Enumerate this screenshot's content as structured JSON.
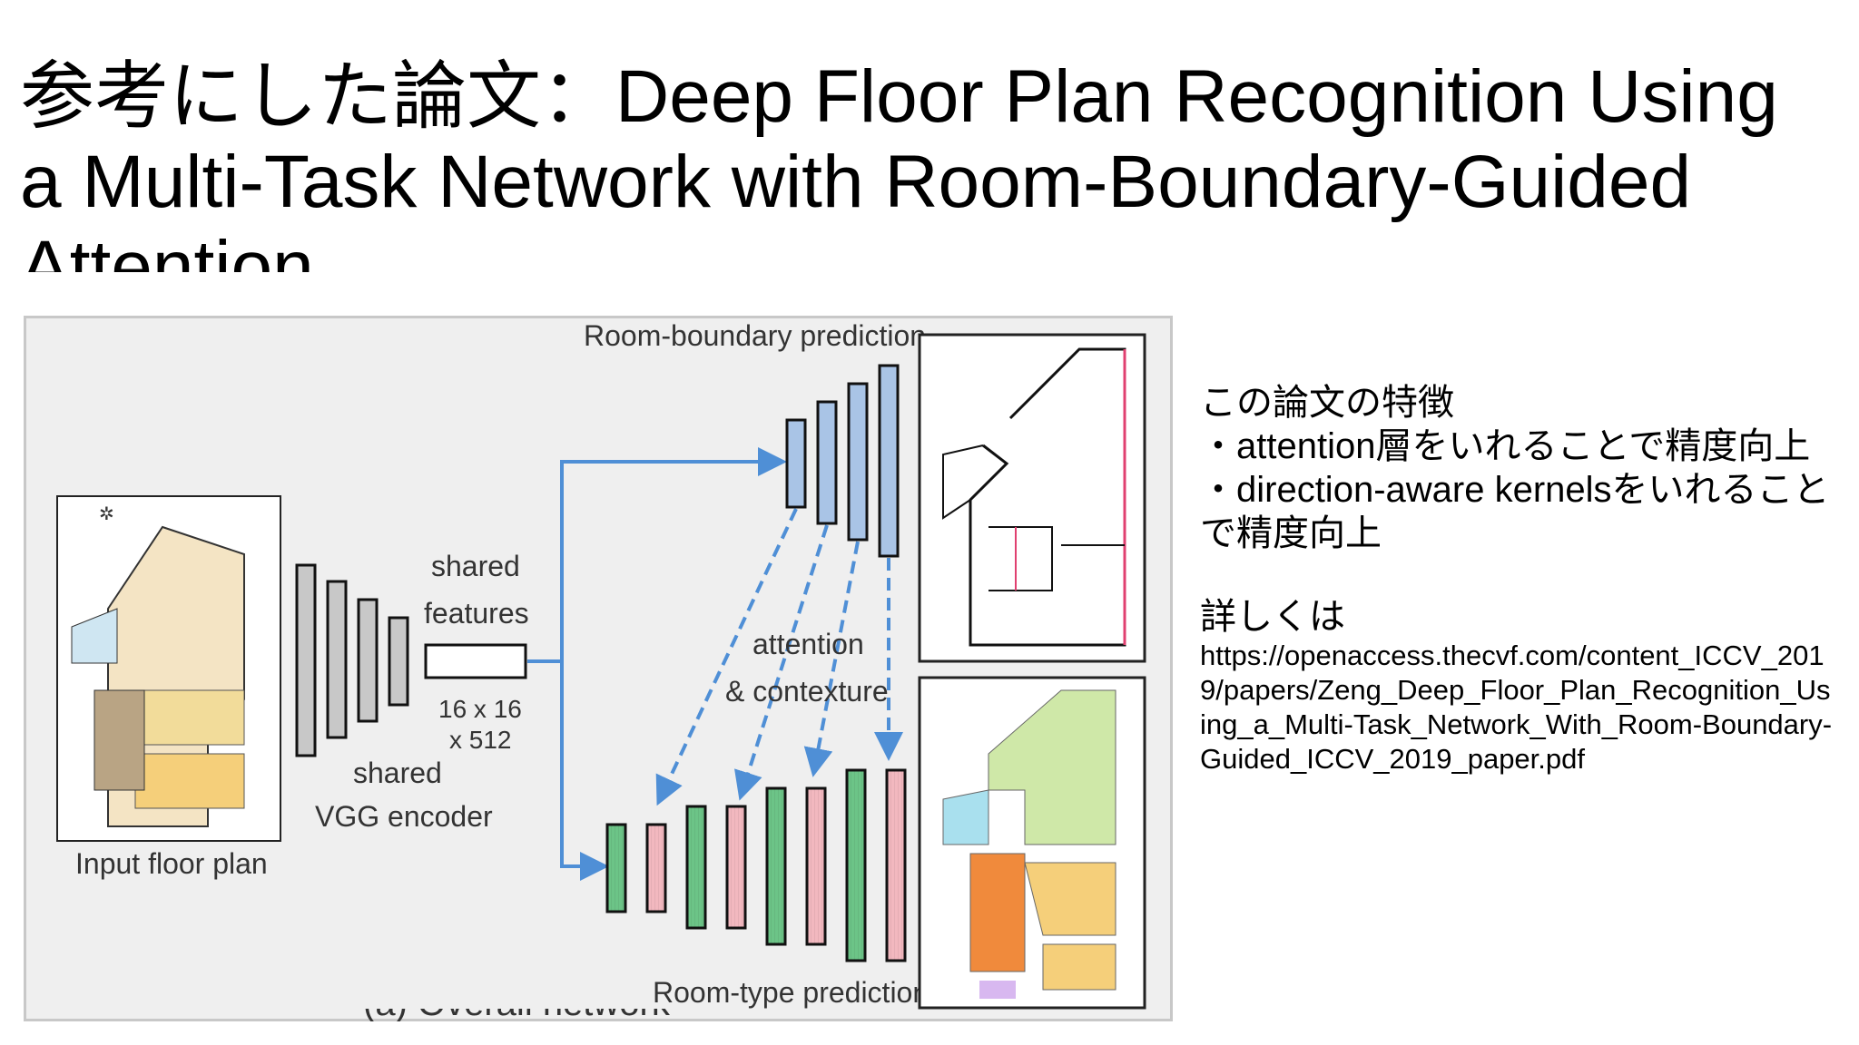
{
  "title": "参考にした論文：Deep Floor Plan Recognition Using a Multi-Task Network with Room-Boundary-Guided Attention",
  "figure": {
    "room_boundary_label": "Room-boundary prediction",
    "room_type_label": "Room-type prediction",
    "input_label": "Input floor plan",
    "shared_features_line1": "shared",
    "shared_features_line2": "features",
    "dims_line1": "16 x 16",
    "dims_line2": "x 512",
    "encoder_line1": "shared",
    "encoder_line2": "VGG encoder",
    "attention_line1": "attention",
    "attention_line2": "& contexture",
    "caption_cut": "(a) Overall network architecture",
    "colors": {
      "vgg_gray": "#c8c8c8",
      "boundary_blue": "#a9c4e6",
      "type_green": "#6cc487",
      "type_pink": "#f2b8bf",
      "arrow_blue": "#4f8fd6"
    }
  },
  "side": {
    "heading": "この論文の特徴",
    "bullet1": "・attention層をいれることで精度向上",
    "bullet2": "・direction-aware kernelsをいれることで精度向上",
    "more_heading": "詳しくは",
    "url": "https://openaccess.thecvf.com/content_ICCV_2019/papers/Zeng_Deep_Floor_Plan_Recognition_Using_a_Multi-Task_Network_With_Room-Boundary-Guided_ICCV_2019_paper.pdf"
  }
}
